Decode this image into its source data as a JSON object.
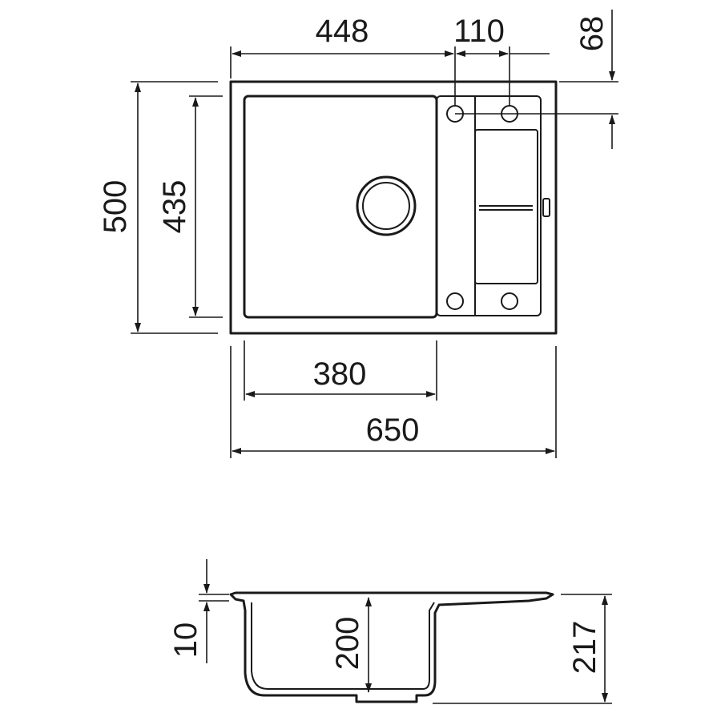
{
  "top_view": {
    "overall_width": "650",
    "bowl_width": "380",
    "bowl_offset": "448",
    "tap_hole_spacing": "110",
    "tap_hole_inset": "68",
    "overall_depth": "500",
    "bowl_depth": "435"
  },
  "side_view": {
    "rim_thickness": "10",
    "bowl_height": "200",
    "overall_height": "217"
  }
}
